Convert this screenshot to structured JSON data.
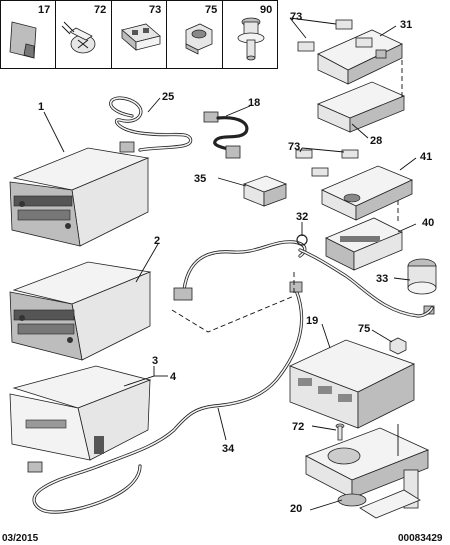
{
  "parts_table": {
    "cells": [
      {
        "number": "17",
        "icon": "adhesive-pad-icon"
      },
      {
        "number": "72",
        "icon": "screw-icon"
      },
      {
        "number": "73",
        "icon": "clip-icon"
      },
      {
        "number": "75",
        "icon": "nut-icon"
      },
      {
        "number": "90",
        "icon": "stud-icon"
      }
    ]
  },
  "callouts": [
    {
      "id": "1",
      "label": "1"
    },
    {
      "id": "2",
      "label": "2"
    },
    {
      "id": "3",
      "label": "3"
    },
    {
      "id": "4",
      "label": "4"
    },
    {
      "id": "18",
      "label": "18"
    },
    {
      "id": "19",
      "label": "19"
    },
    {
      "id": "20",
      "label": "20"
    },
    {
      "id": "25",
      "label": "25"
    },
    {
      "id": "28",
      "label": "28"
    },
    {
      "id": "31",
      "label": "31"
    },
    {
      "id": "32",
      "label": "32"
    },
    {
      "id": "33",
      "label": "33"
    },
    {
      "id": "34",
      "label": "34"
    },
    {
      "id": "35",
      "label": "35"
    },
    {
      "id": "40",
      "label": "40"
    },
    {
      "id": "41",
      "label": "41"
    },
    {
      "id": "72",
      "label": "72"
    },
    {
      "id": "73a",
      "label": "73"
    },
    {
      "id": "73b",
      "label": "73"
    },
    {
      "id": "75",
      "label": "75"
    }
  ],
  "footer": {
    "date": "03/2015",
    "reference": "00083429"
  }
}
